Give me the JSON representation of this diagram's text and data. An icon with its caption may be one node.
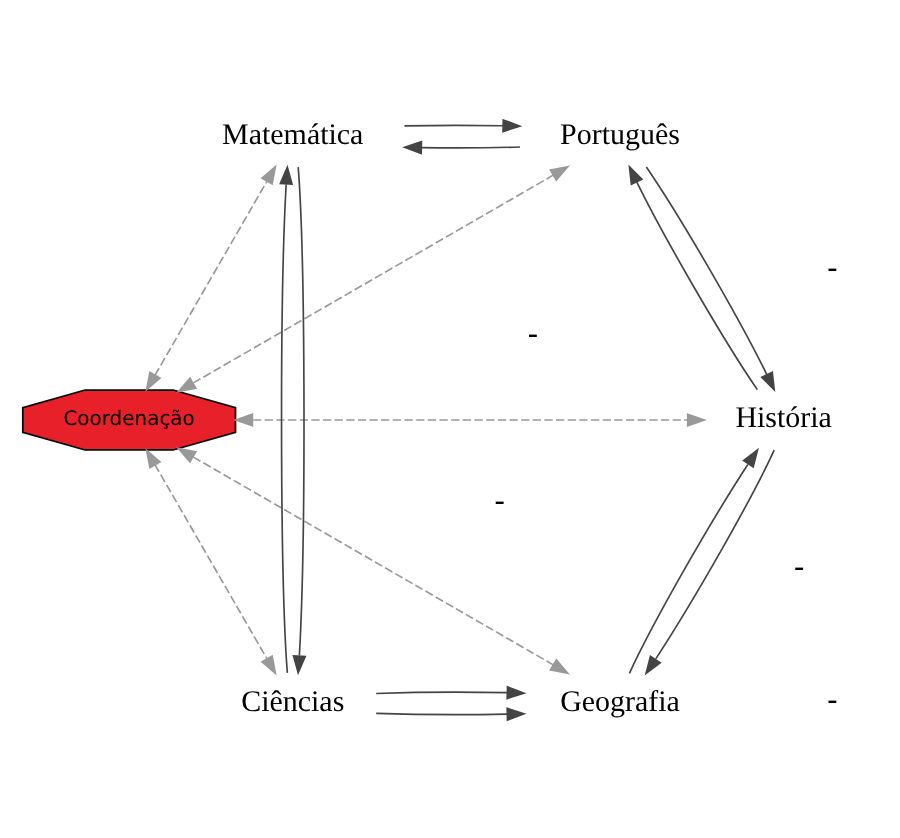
{
  "diagram": {
    "nodes": [
      {
        "text": [
          "Coordenação"
        ]
      },
      {
        "text": [
          "Ciências"
        ]
      },
      {
        "text": [
          "Matemática"
        ]
      },
      {
        "text": [
          "Português"
        ]
      },
      {
        "text": [
          "História"
        ]
      },
      {
        "text": [
          "Geografia"
        ]
      }
    ],
    "edges": [
      {
        "from": 0,
        "to": 2,
        "arrow": "both",
        "style": "dashed",
        "color": "#999999"
      },
      {
        "from": 0,
        "to": 1,
        "arrow": "both",
        "style": "dashed",
        "color": "#999999"
      },
      {
        "from": 0,
        "to": 3,
        "arrow": "both",
        "style": "dashed",
        "color": "#999999"
      },
      {
        "from": 0,
        "to": 4,
        "arrow": "both",
        "style": "dashed",
        "color": "#999999"
      },
      {
        "from": 0,
        "to": 5,
        "arrow": "both",
        "style": "dashed",
        "color": "#999999"
      },
      {
        "from": 1,
        "to": 2,
        "arrow": "to"
      },
      {
        "from": 2,
        "to": 1,
        "arrow": "to"
      },
      {
        "from": 2,
        "to": 3,
        "arrow": "to"
      },
      {
        "from": 3,
        "to": 2,
        "arrow": "to"
      },
      {
        "from": 4,
        "to": 3,
        "arrow": "to"
      },
      {
        "from": 3,
        "to": 4,
        "arrow": "to"
      },
      {
        "from": 5,
        "to": 4,
        "arrow": "to"
      },
      {
        "from": 4,
        "to": 5,
        "arrow": "to"
      },
      {
        "from": 1,
        "to": 5,
        "arrow": "to"
      },
      {
        "from": 1,
        "to": 5,
        "arrow": "to"
      }
    ],
    "labels": [
      "-",
      "-",
      "-",
      "-",
      "-"
    ]
  }
}
